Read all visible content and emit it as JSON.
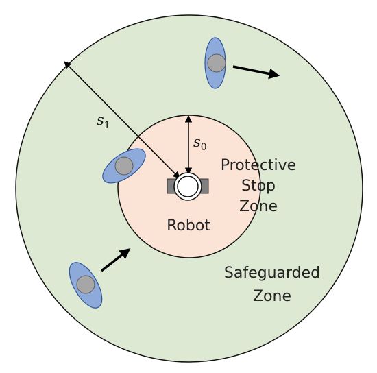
{
  "colors": {
    "safeguarded_zone_fill": "#dde9d3",
    "protective_zone_fill": "#fbe3d6",
    "outline": "#111111",
    "person_body_fill": "#8eaadb",
    "person_body_stroke": "#2f5597",
    "person_head_fill": "#a6a6a6",
    "person_head_stroke": "#595959",
    "robot_mount_fill": "#7f7f7f",
    "arrow": "#000000"
  },
  "zones": {
    "safeguarded": {
      "line1": "Safeguarded",
      "line2": "Zone"
    },
    "protective": {
      "line1": "Protective",
      "line2": "Stop",
      "line3": "Zone"
    }
  },
  "robot": {
    "label": "Robot",
    "icon": "robot-base-icon"
  },
  "distances": {
    "s0": {
      "base": "s",
      "sub": "0"
    },
    "s1": {
      "base": "s",
      "sub": "1"
    }
  },
  "people": [
    {
      "id": "person-top",
      "icon": "person-top-view-icon",
      "moving": true
    },
    {
      "id": "person-left",
      "icon": "person-top-view-icon",
      "moving": false
    },
    {
      "id": "person-bottom",
      "icon": "person-top-view-icon",
      "moving": true
    }
  ]
}
